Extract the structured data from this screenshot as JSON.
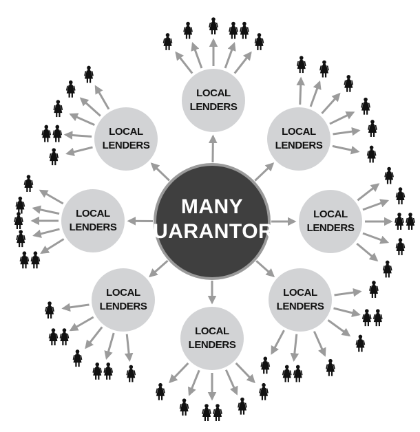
{
  "center": {
    "line1": "MANY",
    "line2": "GUARANTORS"
  },
  "lenders": [
    {
      "line1": "LOCAL",
      "line2": "LENDERS"
    },
    {
      "line1": "LOCAL",
      "line2": "LENDERS"
    },
    {
      "line1": "LOCAL",
      "line2": "LENDERS"
    },
    {
      "line1": "LOCAL",
      "line2": "LENDERS"
    },
    {
      "line1": "LOCAL",
      "line2": "LENDERS"
    },
    {
      "line1": "LOCAL",
      "line2": "LENDERS"
    },
    {
      "line1": "LOCAL",
      "line2": "LENDERS"
    },
    {
      "line1": "LOCAL",
      "line2": "LENDERS"
    }
  ],
  "colors": {
    "center_fill": "#3f3f3f",
    "center_ring": "#9a9a9a",
    "lender_fill": "#d2d3d5",
    "arrow": "#9b9b9b",
    "person": "#111111"
  },
  "icons": [
    "arrow-icon",
    "person-icon"
  ]
}
